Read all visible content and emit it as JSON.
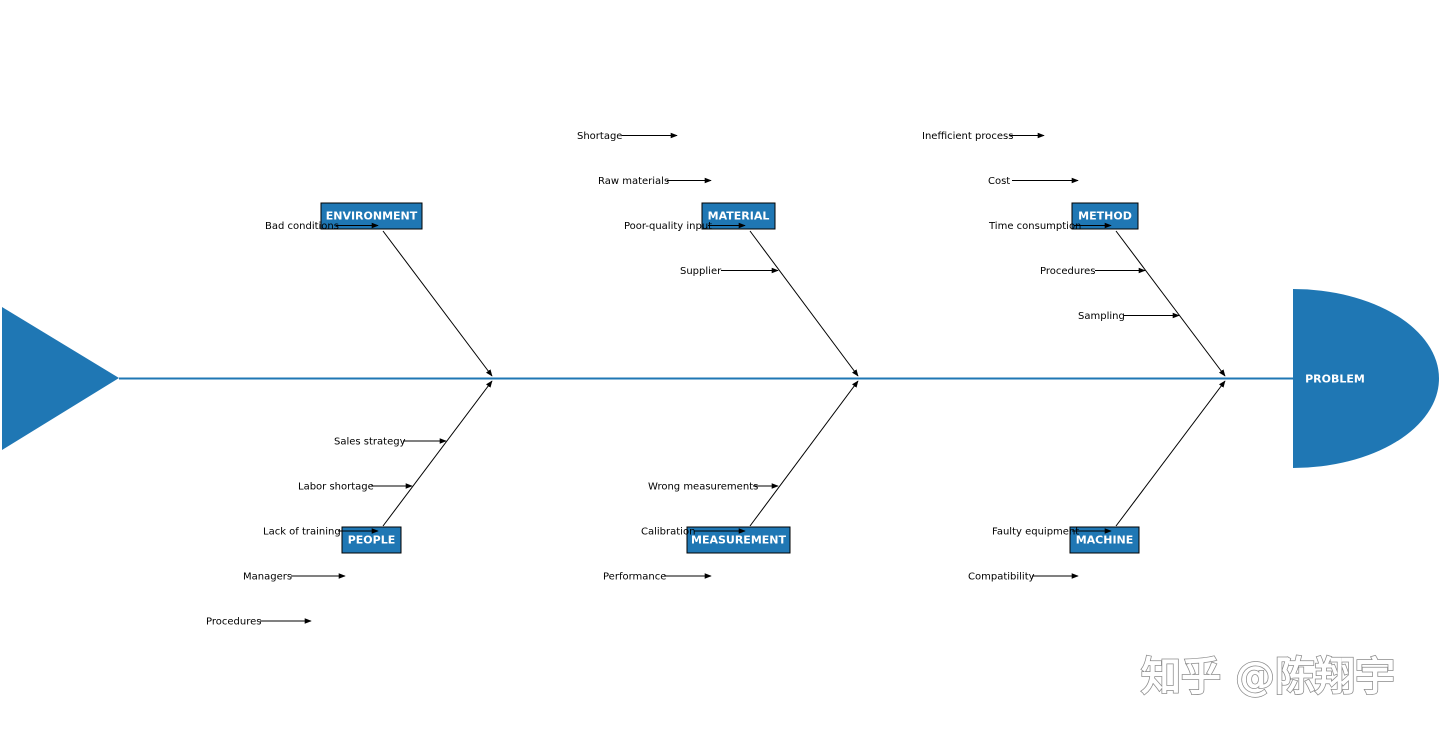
{
  "colors": {
    "primary": "#1f77b4",
    "arrow": "#000000",
    "text": "#000000"
  },
  "problem": {
    "label": "PROBLEM"
  },
  "categories": [
    {
      "id": "environment",
      "label": "ENVIRONMENT",
      "causes": [
        "Bad conditions"
      ]
    },
    {
      "id": "material",
      "label": "MATERIAL",
      "causes": [
        "Shortage",
        "Raw materials",
        "Poor-quality input",
        "Supplier"
      ]
    },
    {
      "id": "method",
      "label": "METHOD",
      "causes": [
        "Inefficient process",
        "Cost",
        "Time consumption",
        "Procedures",
        "Sampling"
      ]
    },
    {
      "id": "people",
      "label": "PEOPLE",
      "causes": [
        "Sales strategy",
        "Labor shortage",
        "Lack of training",
        "Managers",
        "Procedures"
      ]
    },
    {
      "id": "measurement",
      "label": "MEASUREMENT",
      "causes": [
        "Wrong measurements",
        "Calibration",
        "Performance"
      ]
    },
    {
      "id": "machine",
      "label": "MACHINE",
      "causes": [
        "Faulty equipment",
        "Compatibility"
      ]
    }
  ],
  "watermark": "知乎 @陈翔宇"
}
